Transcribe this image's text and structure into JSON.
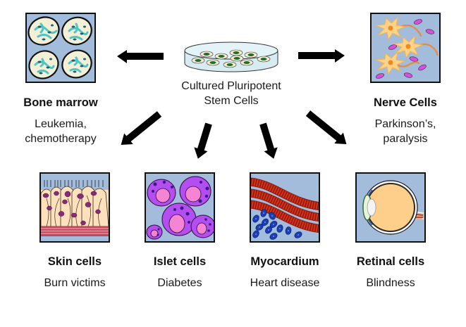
{
  "source": {
    "label_line1": "Cultured Pluripotent",
    "label_line2": "Stem Cells"
  },
  "targets": [
    {
      "id": "bone-marrow",
      "title": "Bone marrow",
      "subtitle_line1": "Leukemia,",
      "subtitle_line2": "chemotherapy"
    },
    {
      "id": "nerve-cells",
      "title": "Nerve Cells",
      "subtitle_line1": "Parkinson’s,",
      "subtitle_line2": "paralysis"
    },
    {
      "id": "skin-cells",
      "title": "Skin cells",
      "subtitle_line1": "Burn victims"
    },
    {
      "id": "islet-cells",
      "title": "Islet cells",
      "subtitle_line1": "Diabetes"
    },
    {
      "id": "myocardium",
      "title": "Myocardium",
      "subtitle_line1": "Heart disease"
    },
    {
      "id": "retinal-cells",
      "title": "Retinal cells",
      "subtitle_line1": "Blindness"
    }
  ],
  "colors": {
    "panel_bg": "#a3bcdc",
    "arrow": "#000000",
    "bone_cell_fill": "#f4f0d8",
    "bone_fiber": "#4fc6c6",
    "bone_dot": "#1f5f6f",
    "nerve_body": "#fcd38a",
    "nerve_nucleus": "#f08a1c",
    "nerve_axon": "#e88a3c",
    "nerve_oval": "#d84ee0",
    "skin_cell": "#fde0bc",
    "skin_nucleus": "#8a2b7a",
    "skin_stripe_dark": "#c2485c",
    "skin_stripe_light": "#f09aa8",
    "islet_outer": "#b44ef0",
    "islet_inner": "#f585d2",
    "islet_dot": "#3a1a8a",
    "muscle": "#d8321e",
    "rbc": "#1a3fb8",
    "eye_body": "#fdcf8a",
    "petri_cell": "#1f6e2a",
    "petri_dish": "#cfe8f0"
  }
}
